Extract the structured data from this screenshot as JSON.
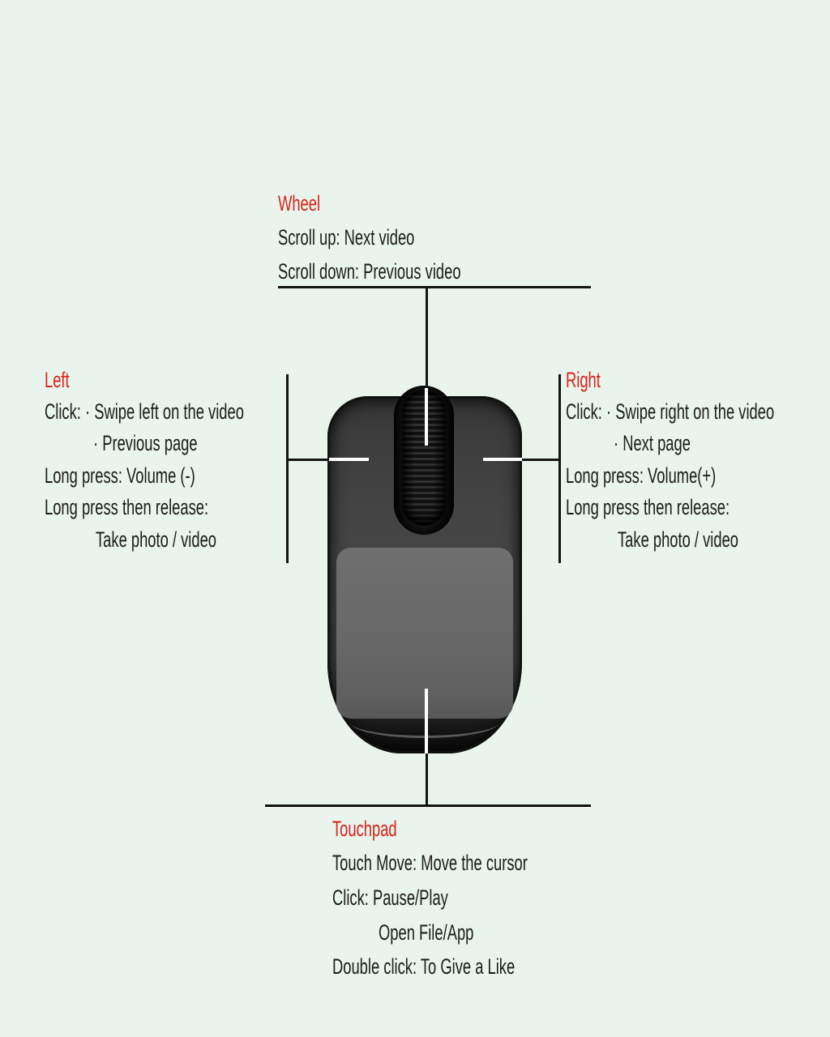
{
  "colors": {
    "bg": "#e9f4ec",
    "red": "#d8231d",
    "text": "#1c1c1c",
    "line": "#141414",
    "white-line": "#ffffff",
    "mouse-body": "#454545",
    "mouse-touchpad": "#696969",
    "mouse-wheel": "#1a1a1a"
  },
  "annotations": {
    "wheel": {
      "title": "Wheel",
      "lines": [
        "Scroll up: Next video",
        "Scroll down: Previous video"
      ]
    },
    "left": {
      "title": "Left",
      "lines": [
        "Click: · Swipe left on the video",
        "· Previous page",
        "Long press: Volume (-)",
        "Long press then release:",
        "Take photo / video"
      ]
    },
    "right": {
      "title": "Right",
      "lines": [
        "Click: · Swipe right on the video",
        "· Next page",
        "Long press: Volume(+)",
        "Long press then release:",
        "Take photo / video"
      ]
    },
    "touchpad": {
      "title": "Touchpad",
      "lines": [
        "Touch Move: Move the cursor",
        "Click: Pause/Play",
        "Open File/App",
        "Double click: To Give a Like"
      ]
    }
  }
}
